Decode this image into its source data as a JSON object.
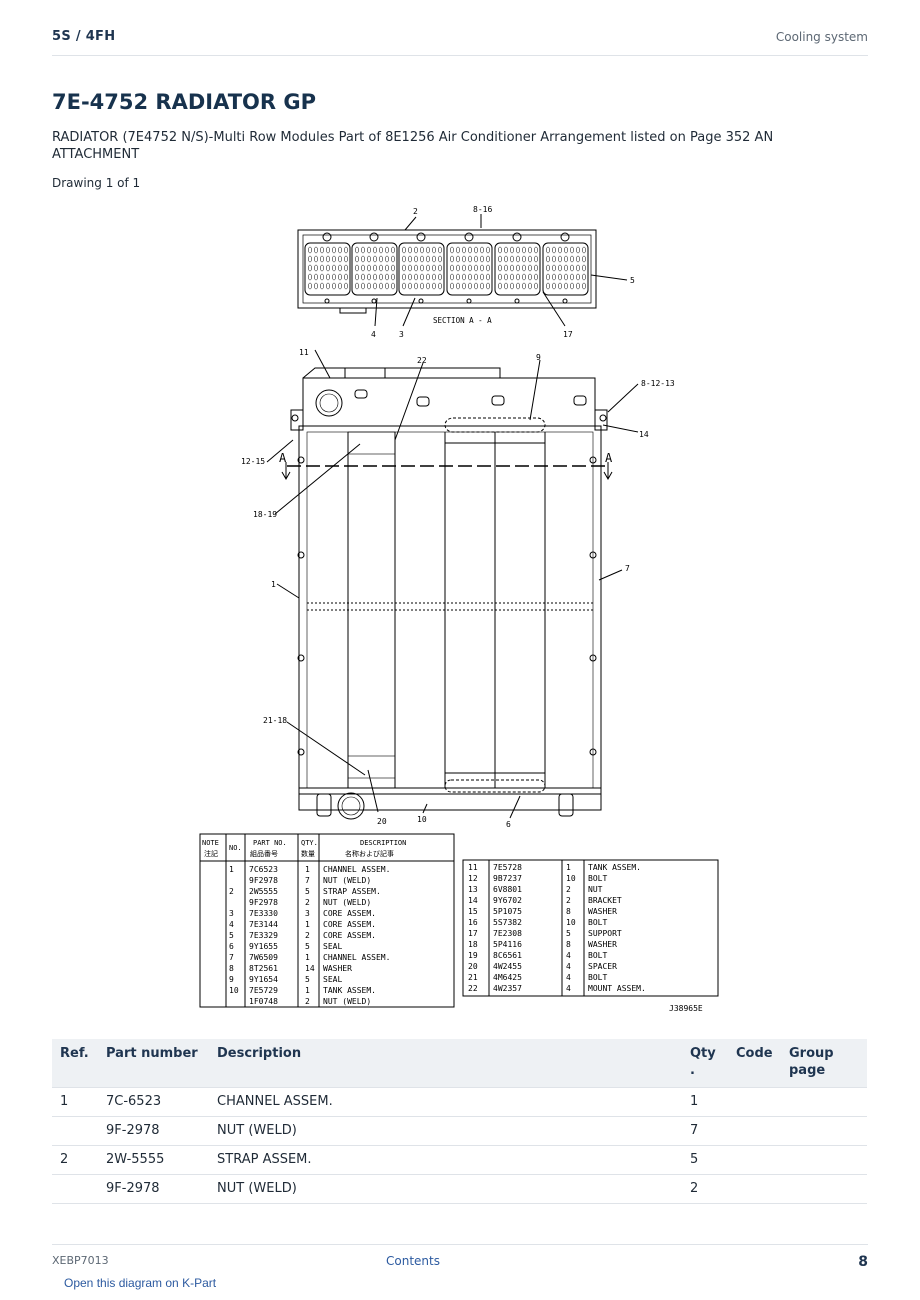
{
  "header": {
    "left": "5S  /  4FH",
    "right": "Cooling system"
  },
  "title": "7E-4752 RADIATOR GP",
  "subtitle": "RADIATOR (7E4752 N/S)-Multi Row Modules Part of 8E1256 Air Conditioner Arrangement listed on Page 352 AN ATTACHMENT",
  "drawing_label": "Drawing 1 of 1",
  "drawing": {
    "section_label": "SECTION  A - A",
    "drawing_number": "J38965E",
    "section_a": "A",
    "callouts": [
      "2",
      "8-16",
      "5",
      "4",
      "3",
      "17",
      "11",
      "22",
      "9",
      "8-12-13",
      "14",
      "12-15",
      "18-19",
      "1",
      "7",
      "21-18",
      "20",
      "10",
      "6"
    ],
    "legend_headers": {
      "note": "NOTE",
      "note_jp": "注記",
      "no": "NO.",
      "part_no": "PART NO.",
      "part_no_jp": "組品番号",
      "qty": "QTY.",
      "qty_jp": "数量",
      "description": "DESCRIPTION",
      "description_jp": "名称および記事"
    },
    "legend_left": [
      {
        "no": "1",
        "part": "7C6523",
        "qty": "1",
        "desc": "CHANNEL ASSEM."
      },
      {
        "no": "",
        "part": "9F2978",
        "qty": "7",
        "desc": "  NUT (WELD)"
      },
      {
        "no": "2",
        "part": "2W5555",
        "qty": "5",
        "desc": "STRAP ASSEM."
      },
      {
        "no": "",
        "part": "9F2978",
        "qty": "2",
        "desc": "  NUT (WELD)"
      },
      {
        "no": "3",
        "part": "7E3330",
        "qty": "3",
        "desc": "CORE ASSEM."
      },
      {
        "no": "4",
        "part": "7E3144",
        "qty": "1",
        "desc": "CORE ASSEM."
      },
      {
        "no": "5",
        "part": "7E3329",
        "qty": "2",
        "desc": "CORE ASSEM."
      },
      {
        "no": "6",
        "part": "9Y1655",
        "qty": "5",
        "desc": "SEAL"
      },
      {
        "no": "7",
        "part": "7W6509",
        "qty": "1",
        "desc": "CHANNEL ASSEM."
      },
      {
        "no": "8",
        "part": "8T2561",
        "qty": "14",
        "desc": "WASHER"
      },
      {
        "no": "9",
        "part": "9Y1654",
        "qty": "5",
        "desc": "SEAL"
      },
      {
        "no": "10",
        "part": "7E5729",
        "qty": "1",
        "desc": "TANK ASSEM."
      },
      {
        "no": "",
        "part": "1F0748",
        "qty": "2",
        "desc": "  NUT (WELD)"
      }
    ],
    "legend_right": [
      {
        "no": "11",
        "part": "7E5728",
        "qty": "1",
        "desc": "TANK ASSEM."
      },
      {
        "no": "12",
        "part": "9B7237",
        "qty": "10",
        "desc": "BOLT"
      },
      {
        "no": "13",
        "part": "6V8801",
        "qty": "2",
        "desc": "NUT"
      },
      {
        "no": "14",
        "part": "9Y6702",
        "qty": "2",
        "desc": "BRACKET"
      },
      {
        "no": "15",
        "part": "5P1075",
        "qty": "8",
        "desc": "WASHER"
      },
      {
        "no": "16",
        "part": "5S7382",
        "qty": "10",
        "desc": "BOLT"
      },
      {
        "no": "17",
        "part": "7E2308",
        "qty": "5",
        "desc": "SUPPORT"
      },
      {
        "no": "18",
        "part": "5P4116",
        "qty": "8",
        "desc": "WASHER"
      },
      {
        "no": "19",
        "part": "8C6561",
        "qty": "4",
        "desc": "BOLT"
      },
      {
        "no": "20",
        "part": "4W2455",
        "qty": "4",
        "desc": "SPACER"
      },
      {
        "no": "21",
        "part": "4M6425",
        "qty": "4",
        "desc": "BOLT"
      },
      {
        "no": "22",
        "part": "4W2357",
        "qty": "4",
        "desc": "MOUNT ASSEM."
      }
    ]
  },
  "parts_table": {
    "headers": {
      "ref": "Ref.",
      "part_number": "Part number",
      "description": "Description",
      "qty": "Qty\n.",
      "code": "Code",
      "group_page": "Group\npage"
    },
    "rows": [
      {
        "ref": "1",
        "part_number": "7C-6523",
        "description": "CHANNEL ASSEM.",
        "qty": "1",
        "code": "",
        "group_page": ""
      },
      {
        "ref": "",
        "part_number": "9F-2978",
        "description": "NUT (WELD)",
        "qty": "7",
        "code": "",
        "group_page": ""
      },
      {
        "ref": "2",
        "part_number": "2W-5555",
        "description": "STRAP ASSEM.",
        "qty": "5",
        "code": "",
        "group_page": ""
      },
      {
        "ref": "",
        "part_number": "9F-2978",
        "description": "NUT (WELD)",
        "qty": "2",
        "code": "",
        "group_page": ""
      }
    ]
  },
  "footer": {
    "doc_id": "XEBP7013",
    "contents_link": "Contents",
    "page_number": "8",
    "kpart_link": "Open this diagram on K-Part"
  }
}
